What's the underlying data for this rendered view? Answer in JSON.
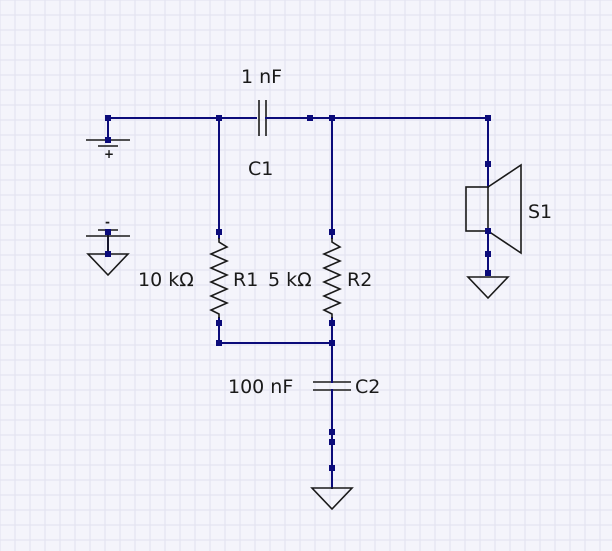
{
  "colors": {
    "background": "#f4f4fb",
    "grid": "#e1e1ef",
    "wire": "#0b0b7a",
    "symbol": "#1a1a1a"
  },
  "components": {
    "c1": {
      "value": "1 nF",
      "ref": "C1"
    },
    "r1": {
      "value": "10 kΩ",
      "ref": "R1"
    },
    "r2": {
      "value": "5 kΩ",
      "ref": "R2"
    },
    "c2": {
      "value": "100 nF",
      "ref": "C2"
    },
    "s1": {
      "ref": "S1"
    },
    "battery": {
      "plus": "+",
      "minus": "-"
    }
  }
}
